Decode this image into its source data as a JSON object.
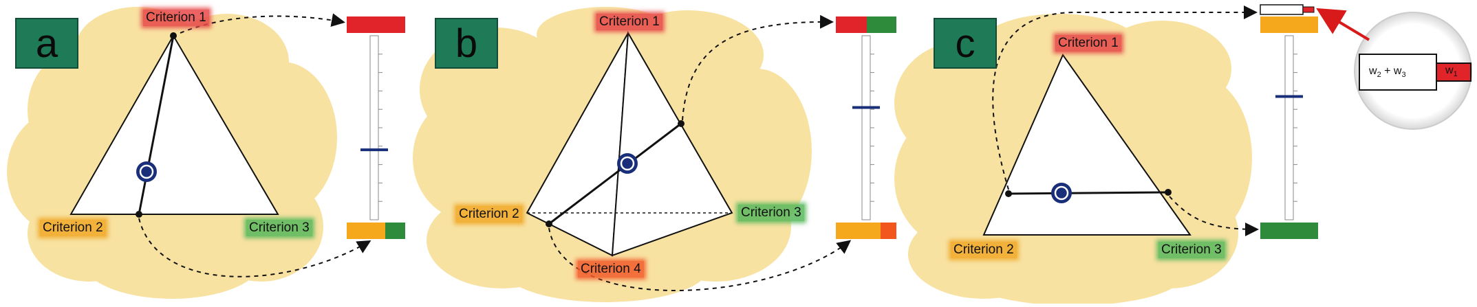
{
  "colors": {
    "cloud": "#f8e2a2",
    "red": "#e0242a",
    "orange": "#f5a81c",
    "green": "#2e8b3c",
    "redorange": "#f2561d",
    "badge": "#1f7a58",
    "marker": "#1a2f7a"
  },
  "panels": [
    {
      "id": "a",
      "badge": "a",
      "criteria": [
        "Criterion 1",
        "Criterion 2",
        "Criterion 3"
      ],
      "slider_level": 0.62
    },
    {
      "id": "b",
      "badge": "b",
      "criteria": [
        "Criterion 1",
        "Criterion 2",
        "Criterion 3",
        "Criterion 4"
      ],
      "slider_level": 0.39
    },
    {
      "id": "c",
      "badge": "c",
      "criteria": [
        "Criterion 1",
        "Criterion 2",
        "Criterion 3"
      ],
      "slider_level": 0.33
    }
  ],
  "zoom_callout": {
    "left_label": "w",
    "left_sub_a": "2",
    "plus": " + w",
    "left_sub_b": "3",
    "right_label": "w",
    "right_sub": "1",
    "icon": "magnifier-callout"
  }
}
